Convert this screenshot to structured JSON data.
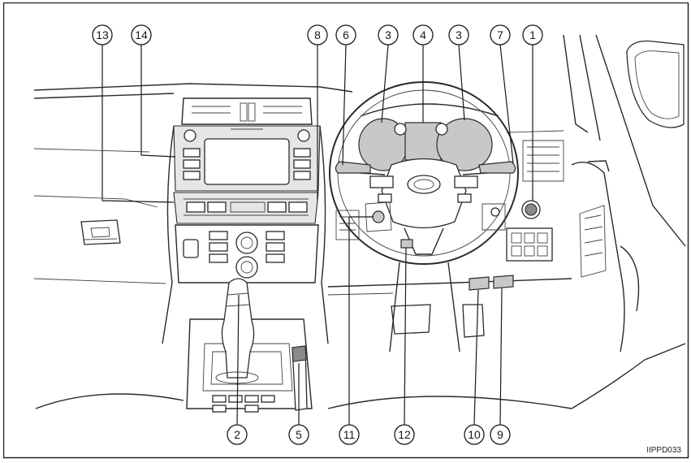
{
  "figure_code": "IIPPD033",
  "callouts": {
    "c1": "1",
    "c2": "2",
    "c3a": "3",
    "c3b": "3",
    "c4": "4",
    "c5": "5",
    "c6": "6",
    "c7": "7",
    "c8": "8",
    "c9": "9",
    "c10": "10",
    "c11": "11",
    "c12": "12",
    "c13": "13",
    "c14": "14"
  },
  "colors": {
    "line": "#1a1a1a",
    "highlight": "#c8c8c8",
    "paper": "#ffffff"
  }
}
